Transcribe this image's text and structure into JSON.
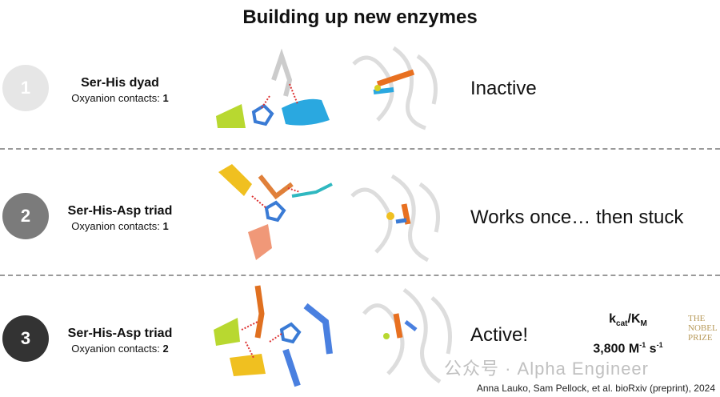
{
  "title": "Building up new enzymes",
  "rows": [
    {
      "number": "1",
      "name": "Ser-His dyad",
      "contacts_label": "Oxyanion contacts: ",
      "contacts": "1",
      "outcome": "Inactive",
      "circle_color": "#e6e6e6"
    },
    {
      "number": "2",
      "name": "Ser-His-Asp triad",
      "contacts_label": "Oxyanion contacts: ",
      "contacts": "1",
      "outcome": "Works once… then stuck",
      "circle_color": "#7b7b7b"
    },
    {
      "number": "3",
      "name": "Ser-His-Asp triad",
      "contacts_label": "Oxyanion contacts: ",
      "contacts": "2",
      "outcome": "Active!",
      "circle_color": "#333333"
    }
  ],
  "kinetics": {
    "k": "k",
    "cat": "cat",
    "slash_K": "/K",
    "M": "M",
    "value": "3,800 M",
    "exp1": "-1",
    "s": " s",
    "exp2": "-1"
  },
  "citation": "Anna Lauko, Sam Pellock, et al. bioRxiv (preprint), 2024",
  "watermark": "公众号 · Alpha Engineer",
  "logo_text": "THE NOBEL PRIZE"
}
